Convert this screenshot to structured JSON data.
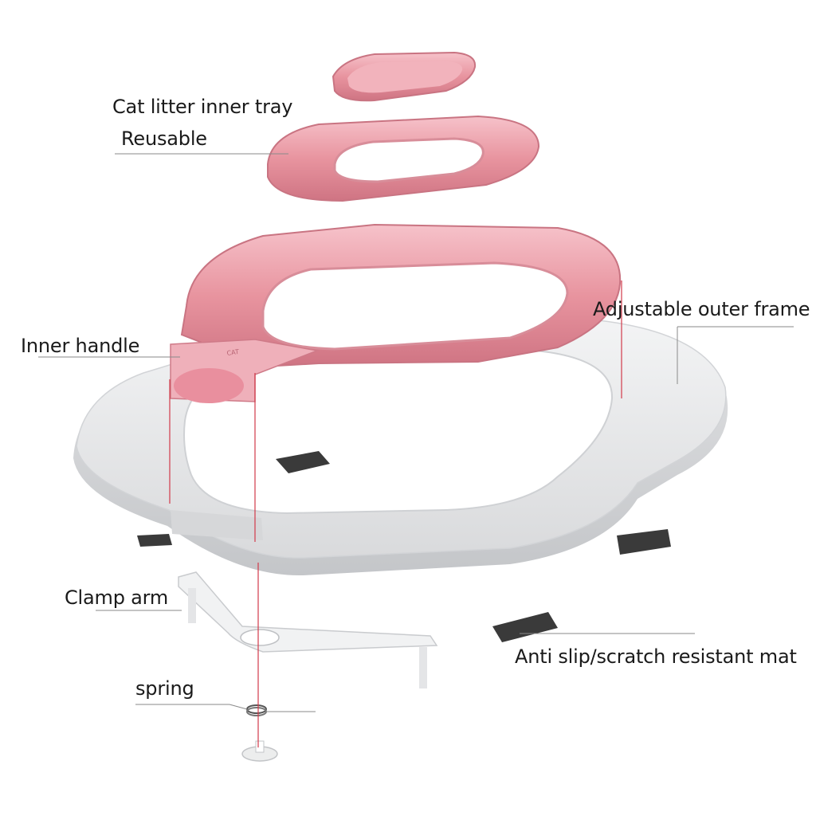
{
  "labels": {
    "inner_tray": "Cat litter inner tray",
    "reusable": "Reusable",
    "inner_handle": "Inner handle",
    "outer_frame": "Adjustable outer frame",
    "clamp_arm": "Clamp arm",
    "anti_slip_mat": "Anti slip/scratch resistant mat",
    "spring": "spring"
  },
  "handle_emboss": "CAT",
  "colors": {
    "pink": "#e48c9a",
    "pink_light": "#f4b7c0",
    "pink_dark": "#c86a7a",
    "frame_white": "#e7e8ea",
    "frame_shadow": "#c9cbce",
    "mat_dark": "#3a3a3a",
    "leader_line": "#8a8a8a",
    "guide_line": "#d23a4a"
  }
}
